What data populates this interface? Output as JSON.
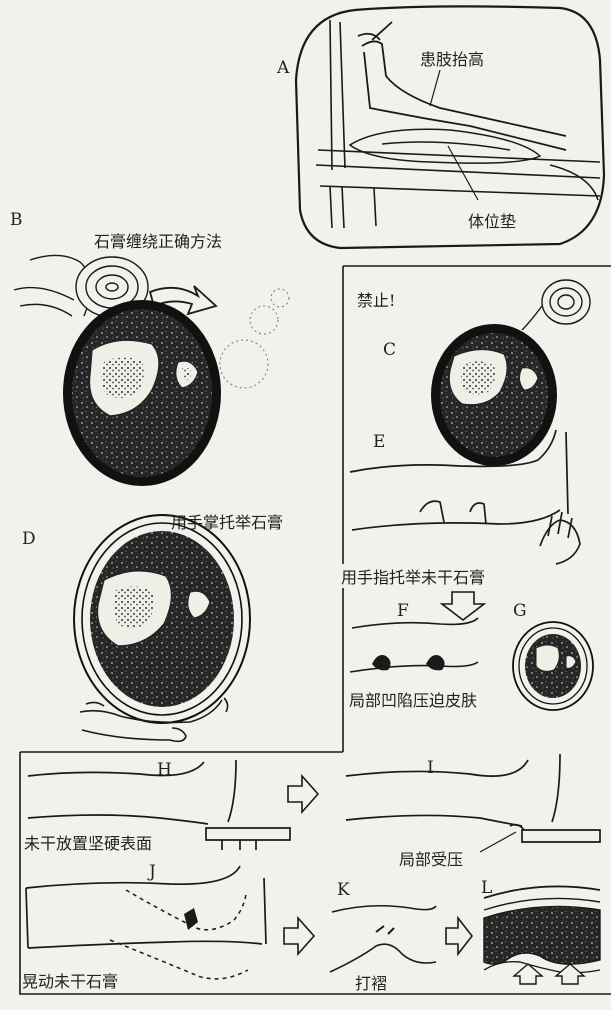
{
  "panels": {
    "a": {
      "letter": "A",
      "label_top": "患肢抬高",
      "label_bottom": "体位垫"
    },
    "b": {
      "letter": "B",
      "caption": "石膏缠绕正确方法"
    },
    "c": {
      "letter": "C",
      "forbidden": "禁止!"
    },
    "d": {
      "letter": "D",
      "caption": "用手掌托举石膏"
    },
    "e": {
      "letter": "E",
      "caption": "用手指托举未干石膏"
    },
    "f": {
      "letter": "F",
      "caption": "局部凹陷压迫皮肤"
    },
    "g": {
      "letter": "G"
    },
    "h": {
      "letter": "H",
      "caption": "未干放置坚硬表面"
    },
    "i": {
      "letter": "I",
      "caption": "局部受压"
    },
    "j": {
      "letter": "J",
      "caption": "晃动未干石膏"
    },
    "k": {
      "letter": "K",
      "caption": "打褶"
    },
    "l": {
      "letter": "L"
    }
  }
}
